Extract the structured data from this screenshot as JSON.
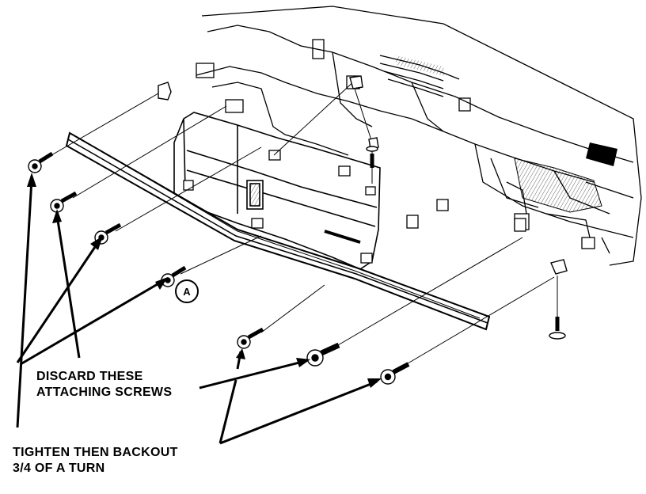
{
  "callouts": {
    "discard": [
      "DISCARD THESE",
      "ATTACHING SCREWS"
    ],
    "tighten": [
      "TIGHTEN THEN BACKOUT",
      "3/4 OF A TURN"
    ],
    "detail_marker": "A"
  }
}
